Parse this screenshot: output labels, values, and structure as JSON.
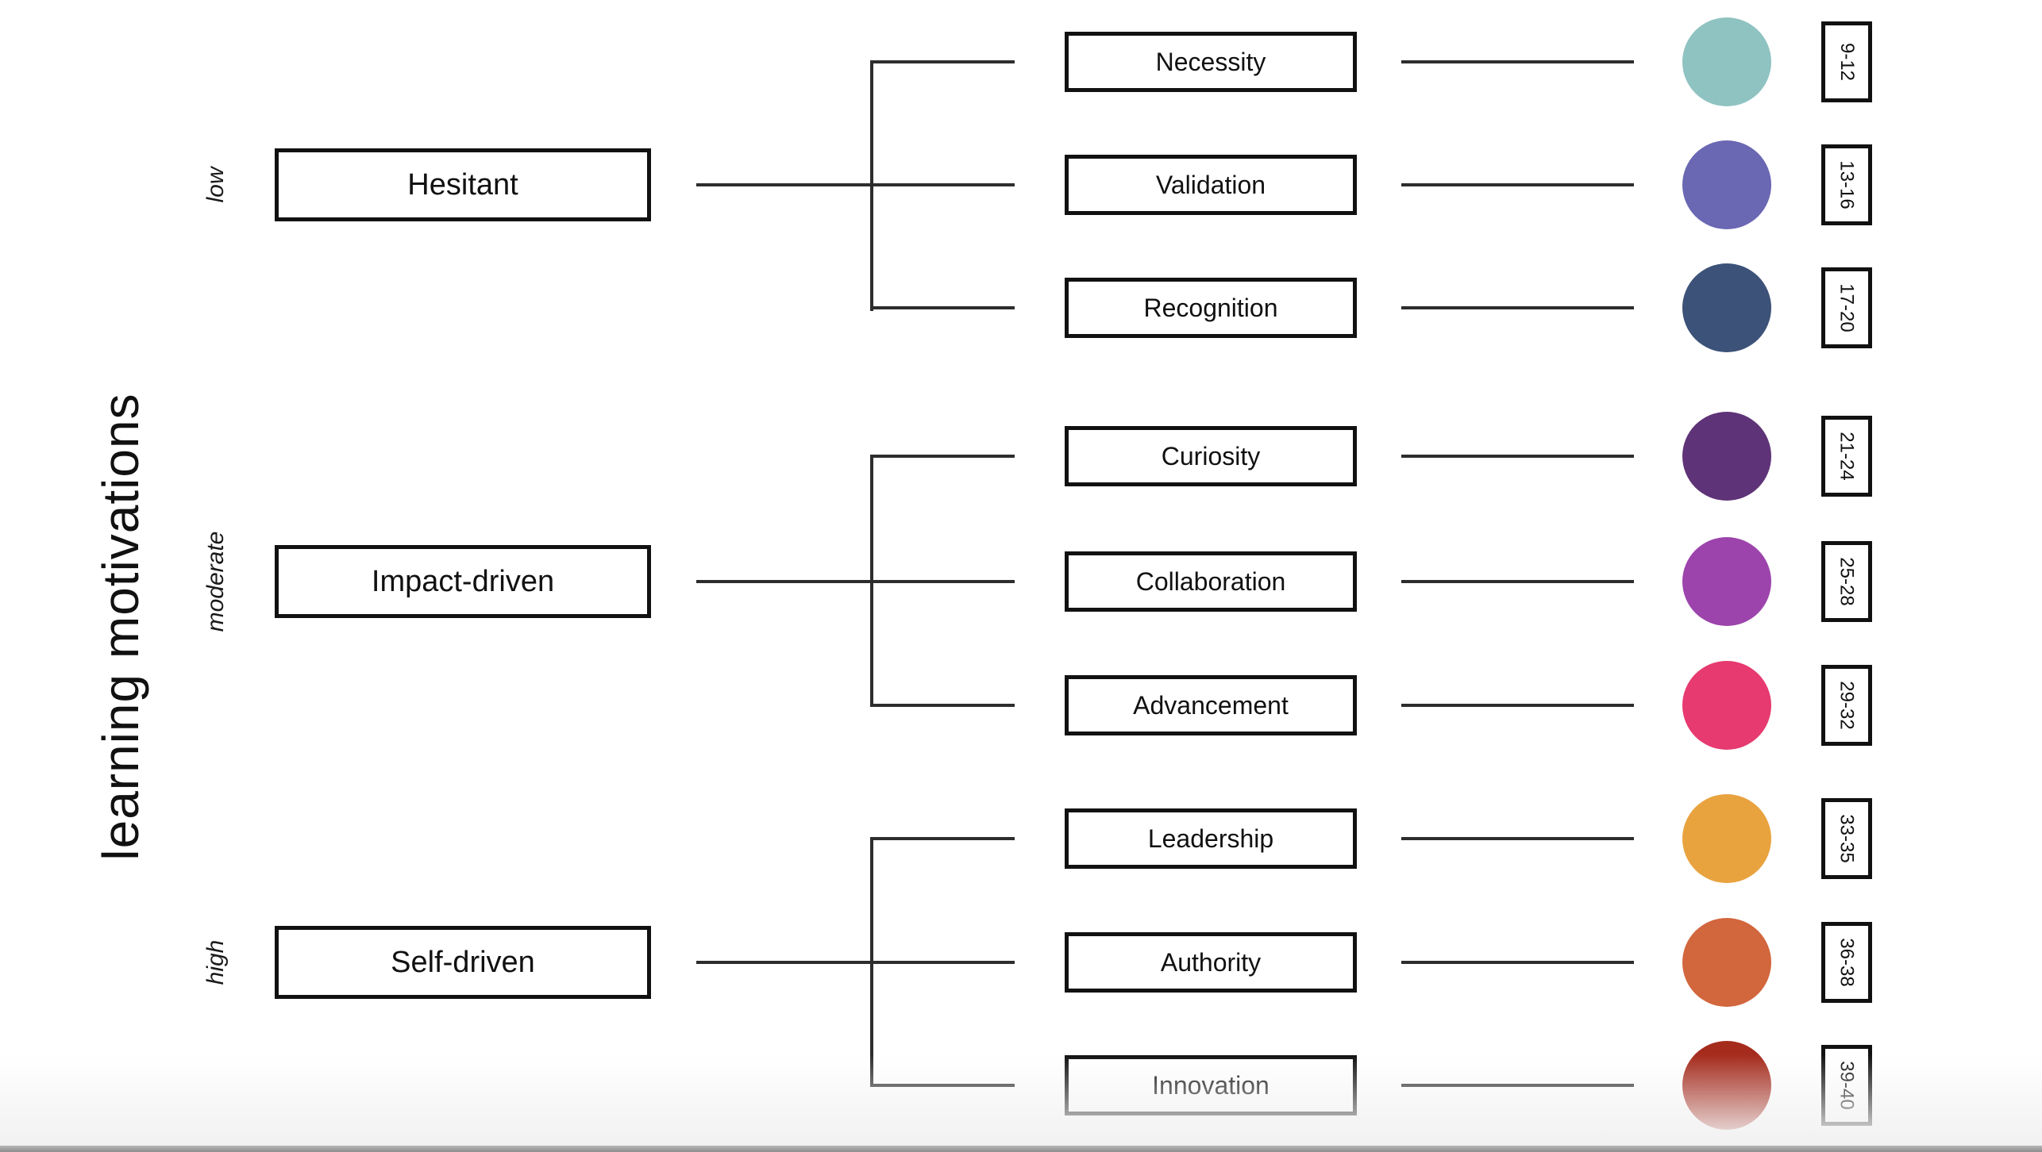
{
  "axis_title": "learning motivations",
  "styles": {
    "line_color": "#2d2d2d",
    "box_border_color": "#111111",
    "background": "#ffffff"
  },
  "groups": [
    {
      "level": "low",
      "label": "Hesitant",
      "items": [
        {
          "label": "Necessity",
          "range": "9-12",
          "color": "#8fc3c2"
        },
        {
          "label": "Validation",
          "range": "13-16",
          "color": "#6a67b3"
        },
        {
          "label": "Recognition",
          "range": "17-20",
          "color": "#3c5278"
        }
      ]
    },
    {
      "level": "moderate",
      "label": "Impact-driven",
      "items": [
        {
          "label": "Curiosity",
          "range": "21-24",
          "color": "#5f3377"
        },
        {
          "label": "Collaboration",
          "range": "25-28",
          "color": "#9c44ac"
        },
        {
          "label": "Advancement",
          "range": "29-32",
          "color": "#e63a70"
        }
      ]
    },
    {
      "level": "high",
      "label": "Self-driven",
      "items": [
        {
          "label": "Leadership",
          "range": "33-35",
          "color": "#e8a33f"
        },
        {
          "label": "Authority",
          "range": "36-38",
          "color": "#d2663d"
        },
        {
          "label": "Innovation",
          "range": "39-40",
          "color": "#a52b1d"
        }
      ]
    }
  ]
}
